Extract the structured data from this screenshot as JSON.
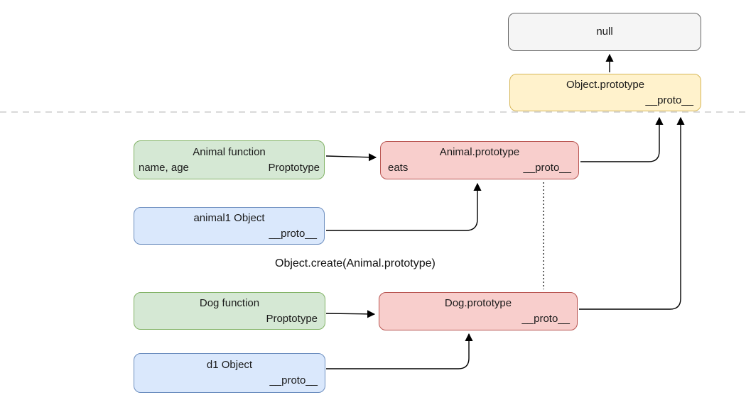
{
  "diagram": {
    "nodes": {
      "null_box": {
        "label": "null"
      },
      "object_prototype": {
        "title": "Object.prototype",
        "slot_right": "__proto__"
      },
      "animal_function": {
        "title": "Animal function",
        "slot_left": "name, age",
        "slot_right": "Proptotype"
      },
      "animal_prototype": {
        "title": "Animal.prototype",
        "slot_left": "eats",
        "slot_right": "__proto__"
      },
      "animal1_object": {
        "title": "animal1 Object",
        "slot_right": "__proto__"
      },
      "dog_function": {
        "title": "Dog function",
        "slot_right": "Proptotype"
      },
      "dog_prototype": {
        "title": "Dog.prototype",
        "slot_right": "__proto__"
      },
      "d1_object": {
        "title": "d1 Object",
        "slot_right": "__proto__"
      }
    },
    "annotations": {
      "object_create_label": "Object.create(Animal.prototype)"
    },
    "colors": {
      "green_fill": "#d5e8d4",
      "green_stroke": "#82b366",
      "red_fill": "#f8cecc",
      "red_stroke": "#b85450",
      "blue_fill": "#dae8fc",
      "blue_stroke": "#6c8ebf",
      "yellow_fill": "#fff2cc",
      "yellow_stroke": "#d6b656",
      "grey_fill": "#f5f5f5",
      "grey_stroke": "#666666",
      "connector": "#000000",
      "dashed_divider": "#d9d9d9"
    }
  }
}
